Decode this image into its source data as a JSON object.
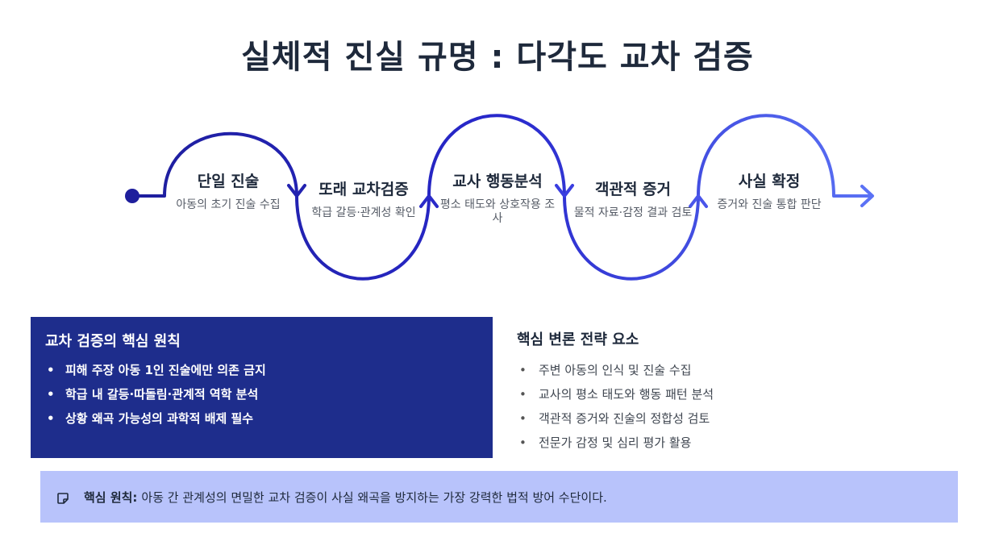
{
  "title": "실체적 진실 규명 : 다각도 교차 검증",
  "steps": [
    {
      "title": "단일 진술",
      "desc": "아동의 초기 진술 수집"
    },
    {
      "title": "또래 교차검증",
      "desc": "학급 갈등·관계성 확인"
    },
    {
      "title": "교사 행동분석",
      "desc": "평소 태도와 상호작용 조사"
    },
    {
      "title": "객관적 증거",
      "desc": "물적 자료·감정 결과 검토"
    },
    {
      "title": "사실 확정",
      "desc": "증거와 진술 통합 판단"
    }
  ],
  "principles": {
    "heading": "교차 검증의 핵심 원칙",
    "items": [
      "피해 주장 아동 1인 진술에만 의존 금지",
      "학급 내 갈등·따돌림·관계적 역학 분석",
      "상황 왜곡 가능성의 과학적 배제 필수"
    ]
  },
  "strategy": {
    "heading": "핵심 변론 전략 요소",
    "items": [
      "주변 아동의 인식 및 진술 수집",
      "교사의 평소 태도와 행동 패턴 분석",
      "객관적 증거와 진술의 정합성 검토",
      "전문가 감정 및 심리 평가 활용"
    ]
  },
  "callout": {
    "label": "핵심 원칙:",
    "text": "아동 간 관계성의 면밀한 교차 검증이 사실 왜곡을 방지하는 가장 강력한 법적 방어 수단이다."
  },
  "colors": {
    "gradient_start": "#1e1e9c",
    "gradient_end": "#5b72f5",
    "panel": "#1e2d8c",
    "callout_bg": "#b8c3fb"
  },
  "icons": {
    "callout": "note-icon"
  }
}
